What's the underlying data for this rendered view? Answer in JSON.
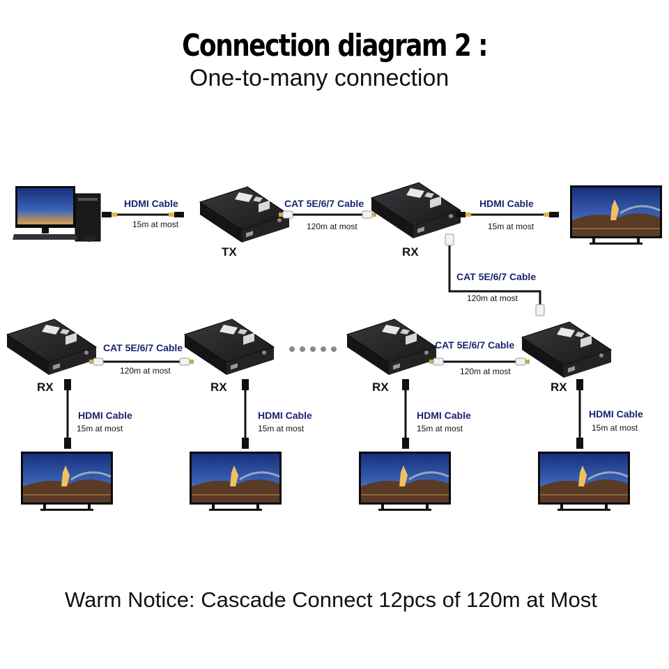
{
  "header": {
    "title": "Connection diagram 2 :",
    "subtitle": "One-to-many connection"
  },
  "labels": {
    "tx": "TX",
    "rx": "RX",
    "hdmi_cable": "HDMI Cable",
    "hdmi_length": "15m at most",
    "cat_cable": "CAT 5E/6/7 Cable",
    "cat_length": "120m at most"
  },
  "footer": {
    "notice": "Warm Notice: Cascade Connect 12pcs of 120m at Most"
  },
  "colors": {
    "cable_label": "#1b2470",
    "device_body": "#1c1c1e",
    "screen_sky": "#1d3a8a"
  }
}
